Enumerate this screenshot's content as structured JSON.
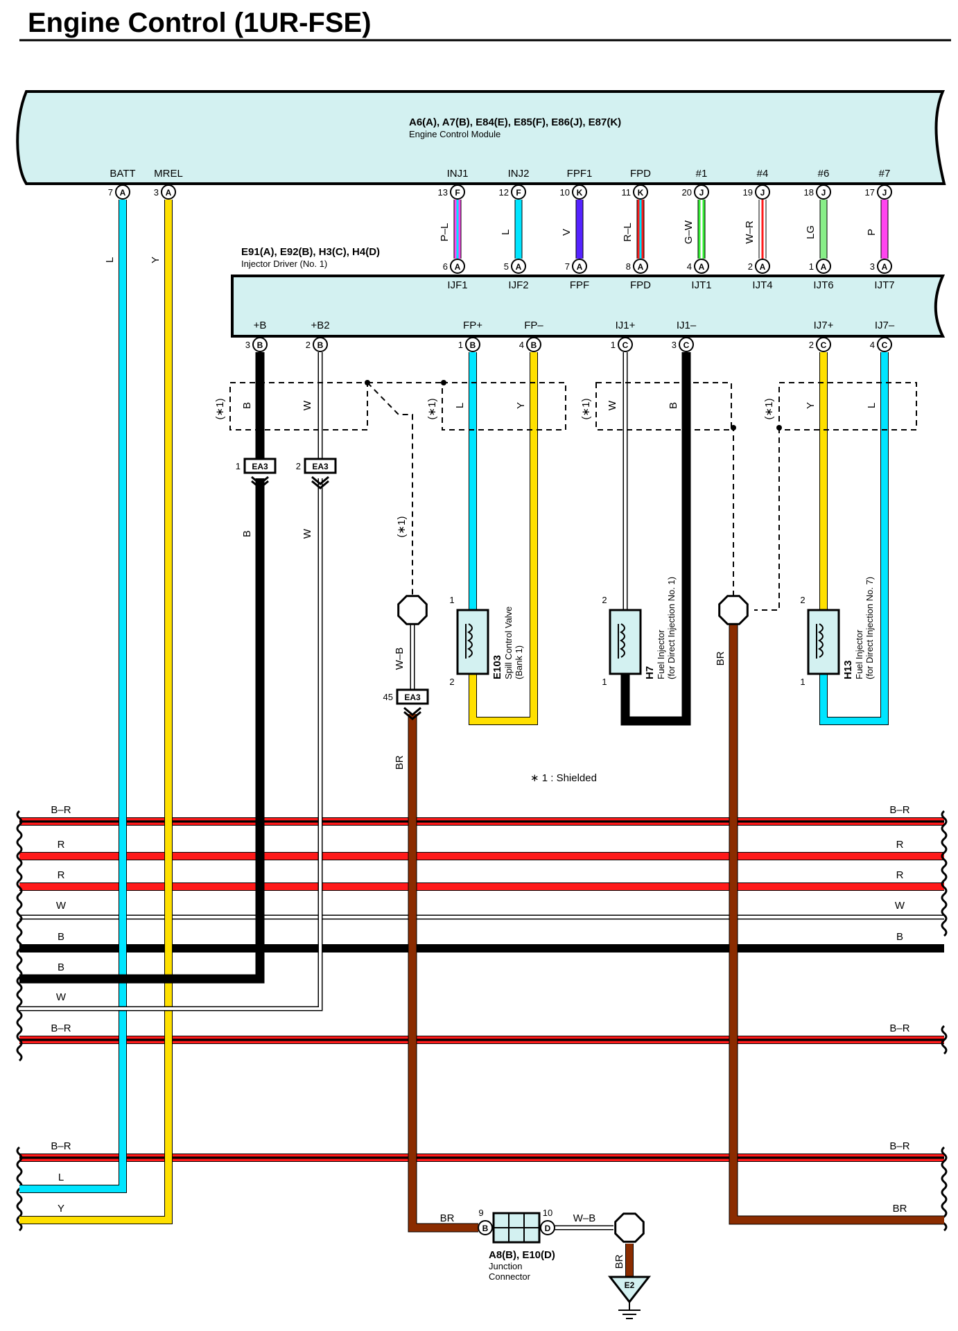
{
  "title": "Engine Control (1UR-FSE)",
  "colors": {
    "L": "#00e5ff",
    "Y": "#ffe000",
    "B": "#000000",
    "W": "#ffffff",
    "R": "#ff1a1a",
    "BR": "#8b2c00",
    "V": "#5522ff",
    "P": "#ff44ee",
    "G": "#33ee33",
    "LG": "#88ee88",
    "box": "#d3f1f1"
  },
  "ecm": {
    "connectors": "A6(A), A7(B), E84(E), E85(F), E86(J), E87(K)",
    "name": "Engine Control Module",
    "pins": [
      {
        "term": "BATT",
        "pin": "7",
        "conn": "A"
      },
      {
        "term": "MREL",
        "pin": "3",
        "conn": "A"
      },
      {
        "term": "INJ1",
        "pin": "13",
        "conn": "F"
      },
      {
        "term": "INJ2",
        "pin": "12",
        "conn": "F"
      },
      {
        "term": "FPF1",
        "pin": "10",
        "conn": "K"
      },
      {
        "term": "FPD",
        "pin": "11",
        "conn": "K"
      },
      {
        "term": "#1",
        "pin": "20",
        "conn": "J"
      },
      {
        "term": "#4",
        "pin": "19",
        "conn": "J"
      },
      {
        "term": "#6",
        "pin": "18",
        "conn": "J"
      },
      {
        "term": "#7",
        "pin": "17",
        "conn": "J"
      }
    ]
  },
  "driver": {
    "connectors": "E91(A), E92(B), H3(C), H4(D)",
    "name": "Injector Driver (No. 1)",
    "top_pins": [
      {
        "term": "IJF1",
        "pin": "6",
        "conn": "A"
      },
      {
        "term": "IJF2",
        "pin": "5",
        "conn": "A"
      },
      {
        "term": "FPF",
        "pin": "7",
        "conn": "A"
      },
      {
        "term": "FPD",
        "pin": "8",
        "conn": "A"
      },
      {
        "term": "IJT1",
        "pin": "4",
        "conn": "A"
      },
      {
        "term": "IJT4",
        "pin": "2",
        "conn": "A"
      },
      {
        "term": "IJT6",
        "pin": "1",
        "conn": "A"
      },
      {
        "term": "IJT7",
        "pin": "3",
        "conn": "A"
      }
    ],
    "bottom_pins": [
      {
        "term": "+B",
        "pin": "3",
        "conn": "B"
      },
      {
        "term": "+B2",
        "pin": "2",
        "conn": "B"
      },
      {
        "term": "FP+",
        "pin": "1",
        "conn": "B"
      },
      {
        "term": "FP–",
        "pin": "4",
        "conn": "B"
      },
      {
        "term": "IJ1+",
        "pin": "1",
        "conn": "C"
      },
      {
        "term": "IJ1–",
        "pin": "3",
        "conn": "C"
      },
      {
        "term": "IJ7+",
        "pin": "2",
        "conn": "C"
      },
      {
        "term": "IJ7–",
        "pin": "4",
        "conn": "C"
      }
    ]
  },
  "ecm_wire_labels": [
    "L",
    "Y",
    "P–L",
    "L",
    "V",
    "R–L",
    "G–W",
    "W–R",
    "LG",
    "P"
  ],
  "driver_wire_labels": [
    "B",
    "W",
    "L",
    "Y",
    "W",
    "B",
    "Y",
    "L"
  ],
  "shield_mark": "(∗1)",
  "shield_note": "∗ 1 : Shielded",
  "ea3": {
    "name": "EA3",
    "pins": [
      "1",
      "2",
      "45"
    ]
  },
  "lower_wire_labels": {
    "b_left": "B",
    "w_left": "W",
    "wb": "W–B",
    "br": "BR",
    "br_right": "BR"
  },
  "components": [
    {
      "id": "E103",
      "name": "Spill Control Valve",
      "sub": "(Bank 1)",
      "pin_top": "1",
      "pin_bottom": "2"
    },
    {
      "id": "H7",
      "name": "Fuel Injector",
      "sub": "(for Direct Injection No. 1)",
      "pin_top": "2",
      "pin_bottom": "1"
    },
    {
      "id": "H13",
      "name": "Fuel Injector",
      "sub": "(for Direct Injection No. 7)",
      "pin_top": "2",
      "pin_bottom": "1"
    }
  ],
  "bus": {
    "rows": [
      {
        "left": "B–R",
        "right": "B–R"
      },
      {
        "left": "R",
        "right": "R"
      },
      {
        "left": "R",
        "right": "R"
      },
      {
        "left": "W",
        "right": "W"
      },
      {
        "left": "B",
        "right": "B"
      },
      {
        "left": "B",
        "right": ""
      },
      {
        "left": "W",
        "right": ""
      },
      {
        "left": "B–R",
        "right": "B–R"
      },
      {
        "left": "B–R",
        "right": "B–R"
      },
      {
        "left": "L",
        "right": ""
      },
      {
        "left": "Y",
        "right": ""
      },
      {
        "left": "",
        "right": "BR"
      }
    ]
  },
  "junction": {
    "connectors": "A8(B), E10(D)",
    "name1": "Junction",
    "name2": "Connector",
    "pin_left": "9",
    "conn_left": "B",
    "pin_right": "10",
    "conn_right": "D",
    "wire_in": "BR",
    "wire_out": "W–B",
    "ground_wire": "BR",
    "ground": "E2"
  }
}
